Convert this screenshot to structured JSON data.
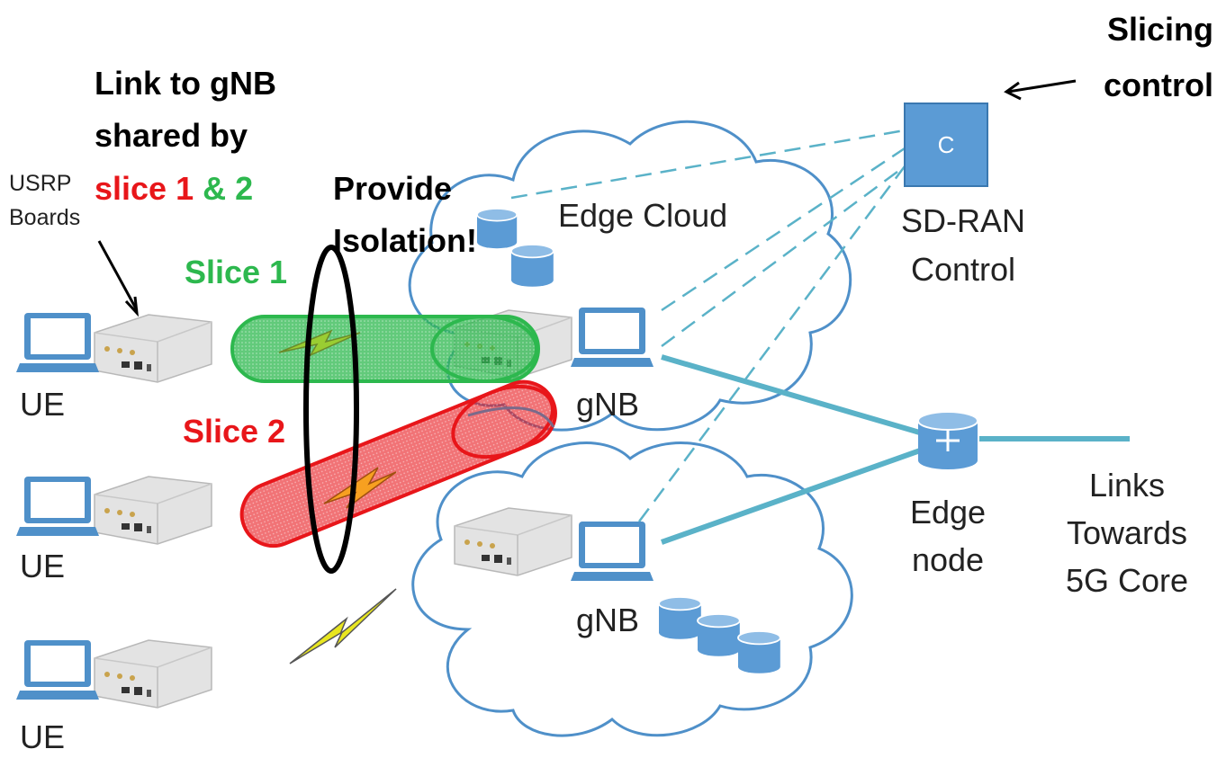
{
  "colors": {
    "diagram_blue": "#4f90c9",
    "link_blue": "#5ab2c8",
    "slice1_green": "#2db84e",
    "slice2_red": "#e8161a",
    "annotation_black": "#000000"
  },
  "annotations": {
    "slicing_control": [
      "Slicing",
      "control"
    ],
    "link_shared": [
      "Link to gNB",
      "shared by"
    ],
    "slice1_word": "slice 1",
    "and_slice2": " & 2",
    "provide_isolation": [
      "Provide",
      "Isolation!"
    ],
    "slice1_label": "Slice 1",
    "slice2_label": "Slice 2"
  },
  "labels": {
    "usrp_boards": [
      "USRP",
      "Boards"
    ],
    "edge_cloud": "Edge Cloud",
    "sdran_control": [
      "SD-RAN",
      "Control"
    ],
    "controller_letter": "C",
    "gnb_top": "gNB",
    "gnb_bottom": "gNB",
    "edge_node": [
      "Edge",
      "node"
    ],
    "links_towards": [
      "Links",
      "Towards",
      "5G Core"
    ],
    "ue": [
      "UE",
      "UE",
      "UE"
    ]
  },
  "icons": [
    "laptop-icon",
    "usrp-board-icon",
    "database-icon",
    "router-icon",
    "lightning-icon",
    "cloud-icon"
  ]
}
